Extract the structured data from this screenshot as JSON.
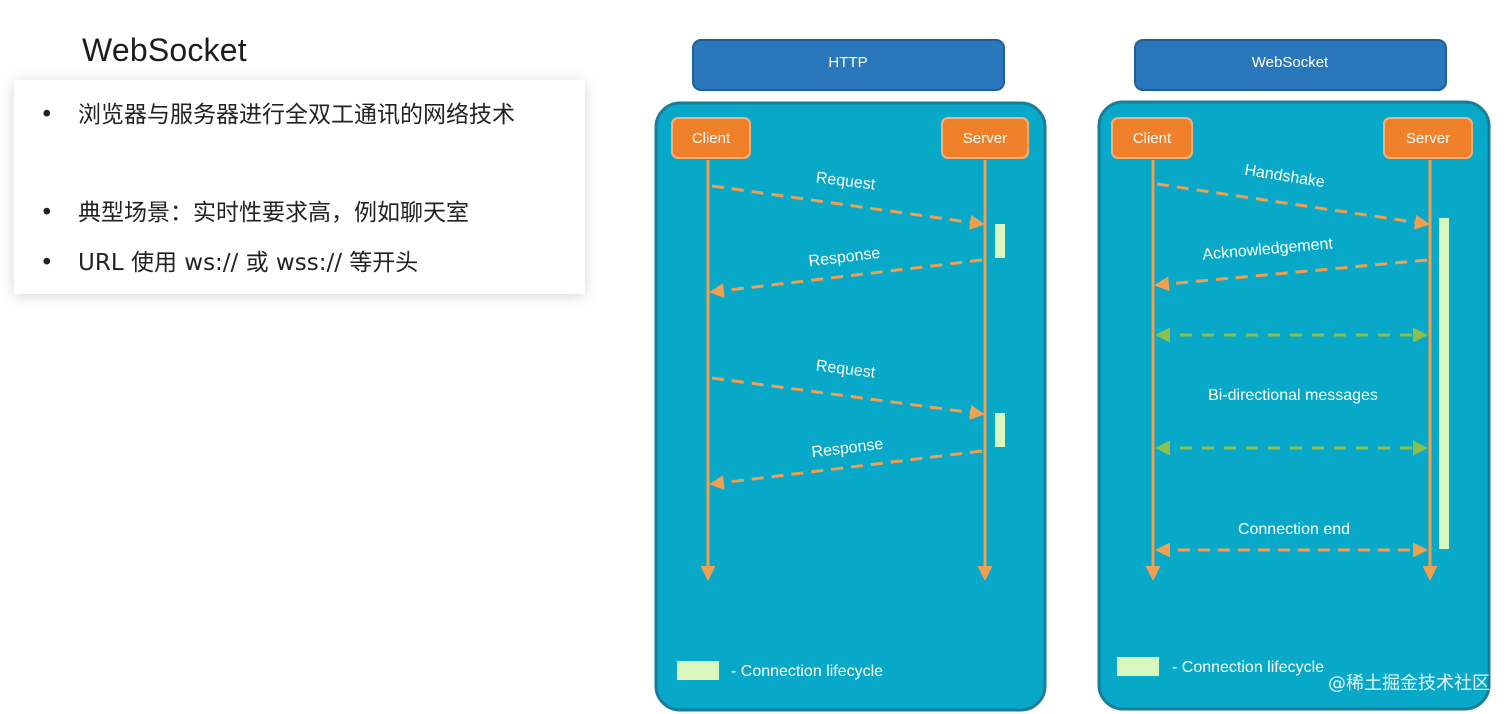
{
  "slide": {
    "title": "WebSocket",
    "bullets": [
      {
        "marker": "•",
        "text": "浏览器与服务器进行全双工通讯的网络技术"
      },
      {
        "marker": "•",
        "text": "典型场景：实时性要求高，例如聊天室"
      },
      {
        "marker": "•",
        "text": "URL 使用 ws:// 或 wss:// 等开头"
      }
    ]
  },
  "http_diagram": {
    "header": "HTTP",
    "client_label": "Client",
    "server_label": "Server",
    "messages": [
      "Request",
      "Response",
      "Request",
      "Response"
    ],
    "legend": "- Connection lifecycle"
  },
  "ws_diagram": {
    "header": "WebSocket",
    "client_label": "Client",
    "server_label": "Server",
    "messages": [
      "Handshake",
      "Acknowledgement",
      "Bi-directional messages",
      "Connection end"
    ],
    "legend": "- Connection lifecycle"
  },
  "colors": {
    "panel": "#07a8c8",
    "panel_border": "#177d9a",
    "header": "#2a78bb",
    "header_border": "#1f5f99",
    "box": "#f0812a",
    "arrow": "#f0a050",
    "green_arrow": "#8cc04a",
    "lifecycle": "#d8f7c0"
  },
  "watermark": "@稀土掘金技术社区"
}
